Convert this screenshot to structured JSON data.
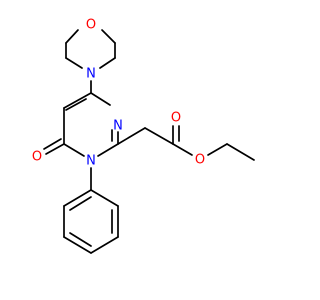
{
  "molecule": {
    "colors": {
      "bond": "#000000",
      "oxygen": "#ff0000",
      "nitrogen": "#0000ff",
      "background": "#ffffff"
    },
    "atom_labels": {
      "morpholine_oxygen": "O",
      "morpholine_nitrogen": "N",
      "ring_nitrogen_3": "N",
      "ring_nitrogen_1": "N",
      "carbonyl_oxygen": "O",
      "ester_carbonyl_oxygen": "O",
      "ester_ether_oxygen": "O"
    }
  }
}
